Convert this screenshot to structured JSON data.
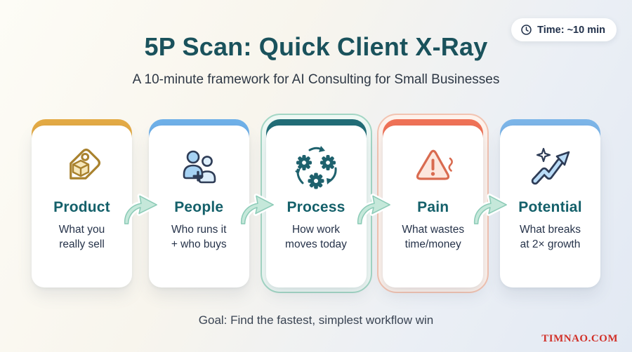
{
  "header": {
    "title": "5P Scan: Quick Client X-Ray",
    "subtitle": "A 10-minute framework for AI Consulting for Small Businesses"
  },
  "badge": {
    "icon": "clock-icon",
    "label": "Time: ~10 min"
  },
  "cards": [
    {
      "title": "Product",
      "desc": "What you\nreally sell",
      "icon": "price-tag-icon",
      "cap_color": "#e3aa45"
    },
    {
      "title": "People",
      "desc": "Who runs it\n+ who buys",
      "icon": "people-plus-icon",
      "cap_color": "#6fb0e8"
    },
    {
      "title": "Process",
      "desc": "How work\nmoves today",
      "icon": "gears-cycle-icon",
      "cap_color": "#226d77",
      "ring_color": "#a3d6c4"
    },
    {
      "title": "Pain",
      "desc": "What wastes\ntime/money",
      "icon": "warning-triangle-icon",
      "cap_color": "#ef7257",
      "ring_color": "#f2c3b1"
    },
    {
      "title": "Potential",
      "desc": "What breaks\nat 2× growth",
      "icon": "growth-arrow-icon",
      "cap_color": "#7cb5e8"
    }
  ],
  "footer": {
    "goal": "Goal: Find the fastest, simplest workflow win",
    "watermark": "TIMNAO.COM"
  },
  "colors": {
    "title_teal": "#1a525c",
    "card_title_teal": "#14606a",
    "body_text": "#26334a",
    "arrow_mint": "#c5e8da",
    "watermark_red": "#d13028",
    "background_end": "#e2e9f3"
  }
}
